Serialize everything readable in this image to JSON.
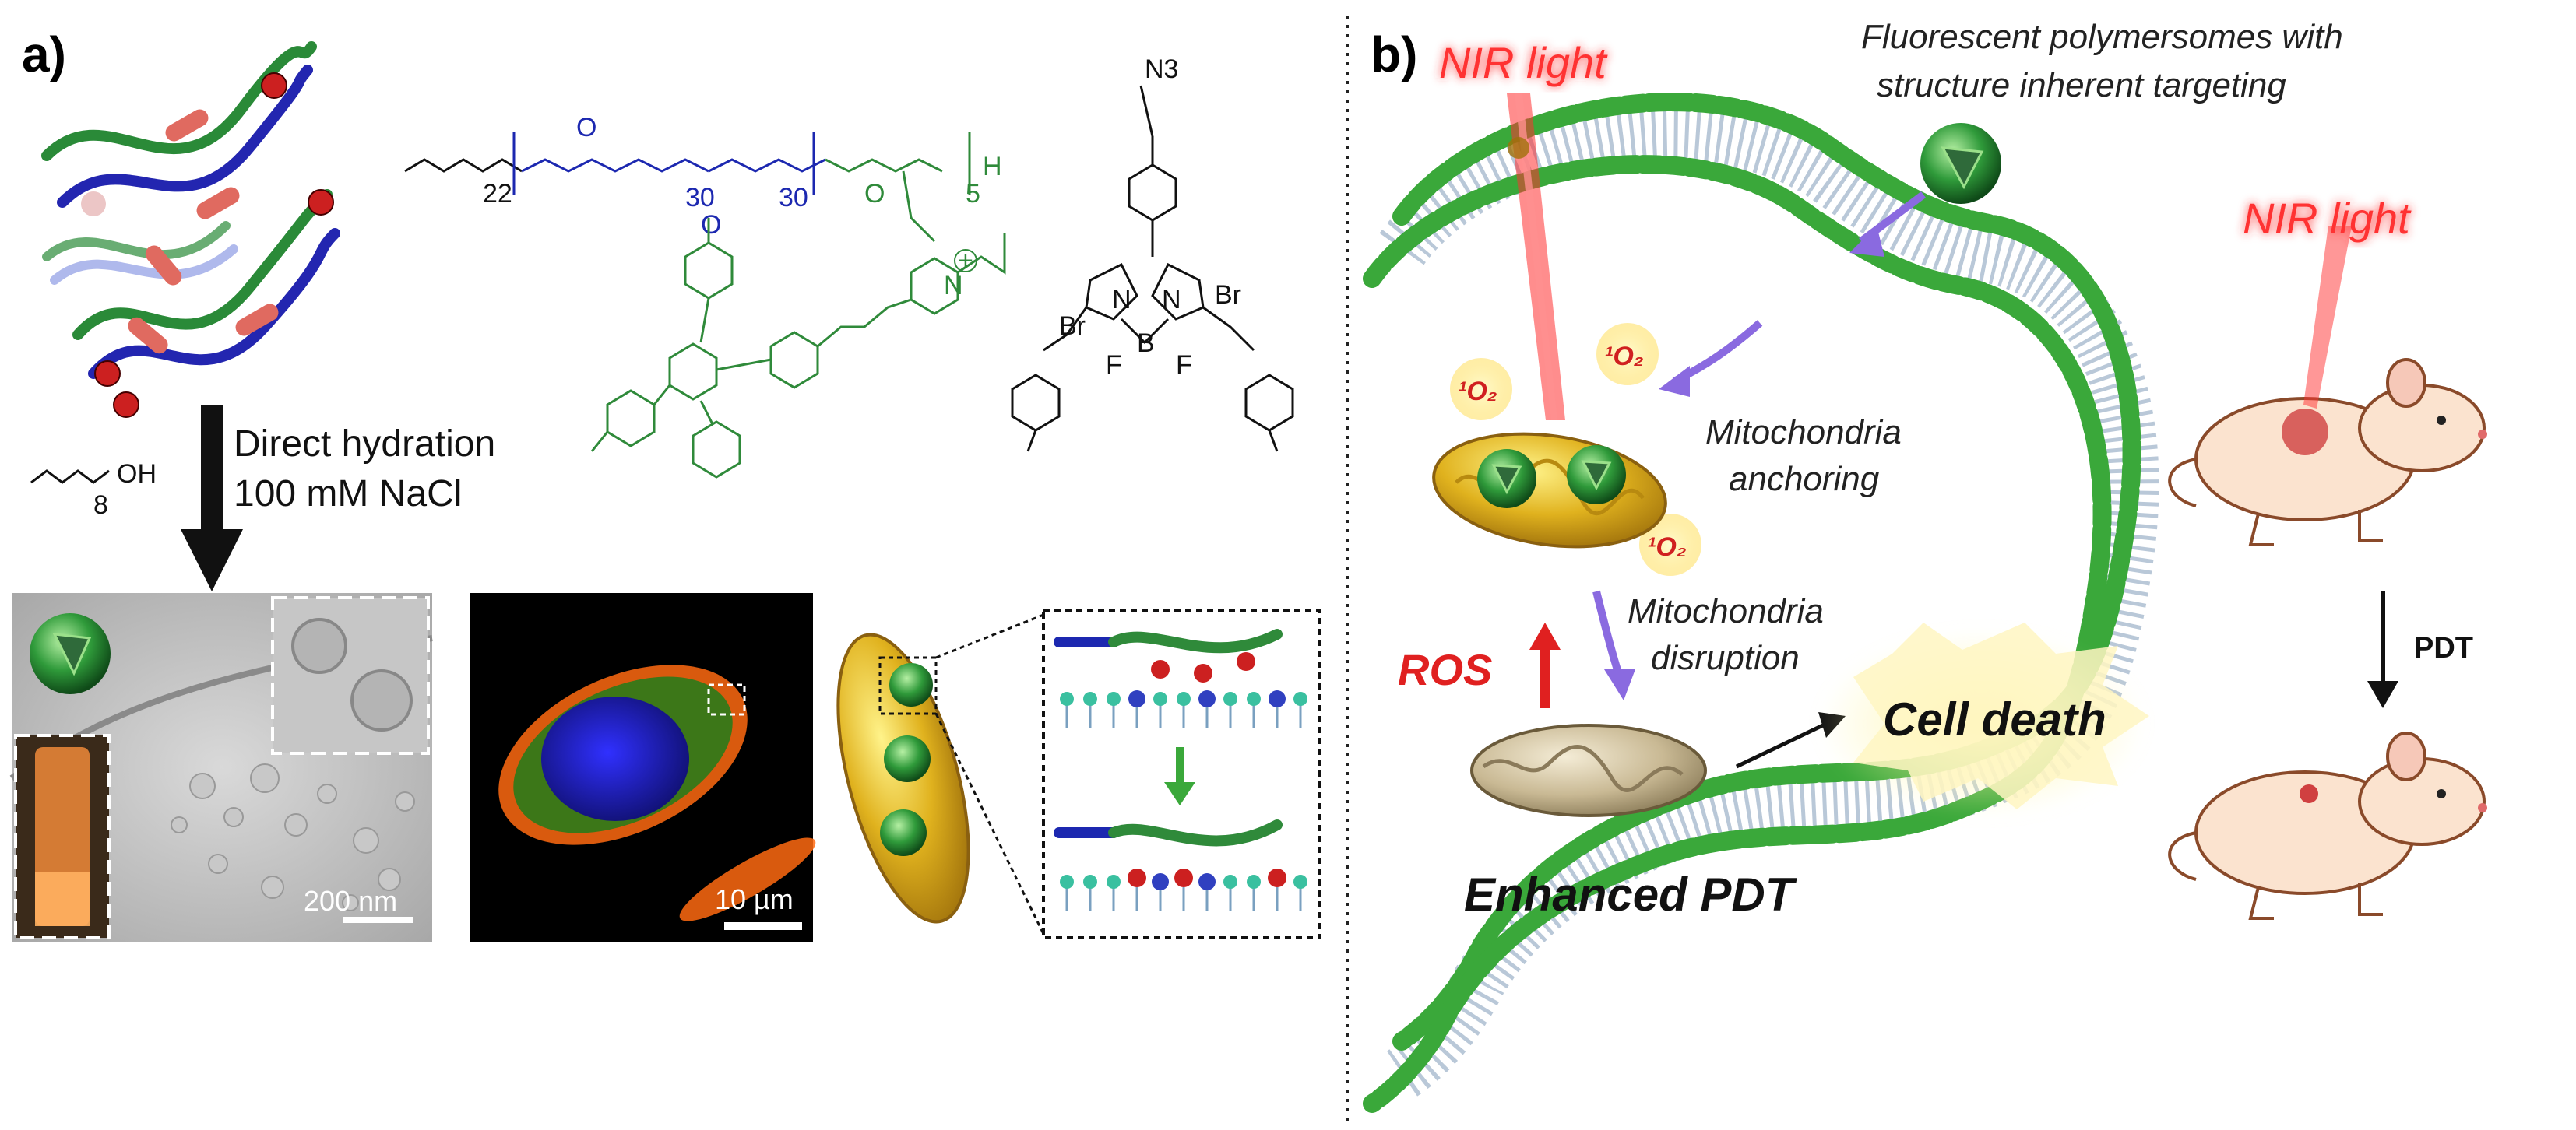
{
  "panels": {
    "a": {
      "label": "a)"
    },
    "b": {
      "label": "b)"
    }
  },
  "panel_a": {
    "peg_chain": "-O(⁀O)22",
    "pcl_segment": "O 30",
    "pcl_end": "O 30",
    "end_group": "O 5 H",
    "hydration_line1": "Direct hydration",
    "hydration_line2": "100 mM NaCl",
    "additive": "(O)8 OH",
    "tem_scale": "200 nm",
    "confocal_scale": "10 µm",
    "bodipy_azide": "N3",
    "bodipy_atoms": {
      "br_left": "Br",
      "br_right": "Br",
      "n_left": "N",
      "n_right": "N",
      "b": "B",
      "f_left": "F",
      "f_right": "F"
    },
    "tpe_charge": "N",
    "plus": "+"
  },
  "panel_b": {
    "header_line1": "Fluorescent polymersomes with",
    "header_line2": "structure inherent targeting",
    "nir_light_1": "NIR light",
    "nir_light_2": "NIR light",
    "singlet_oxygen": "¹O₂",
    "mito_anchor_1": "Mitochondria",
    "mito_anchor_2": "anchoring",
    "mito_disrupt_1": "Mitochondria",
    "mito_disrupt_2": "disruption",
    "ros": "ROS",
    "cell_death": "Cell death",
    "enhanced_pdt": "Enhanced PDT",
    "pdt": "PDT"
  },
  "colors": {
    "peg_blue": "#1c28b0",
    "tpe_green": "#2f8a3a",
    "membrane_green": "#3aa83a",
    "nir_red": "#ff3030",
    "ros_red": "#e02020",
    "arrow_purple": "#8a6ae0"
  }
}
